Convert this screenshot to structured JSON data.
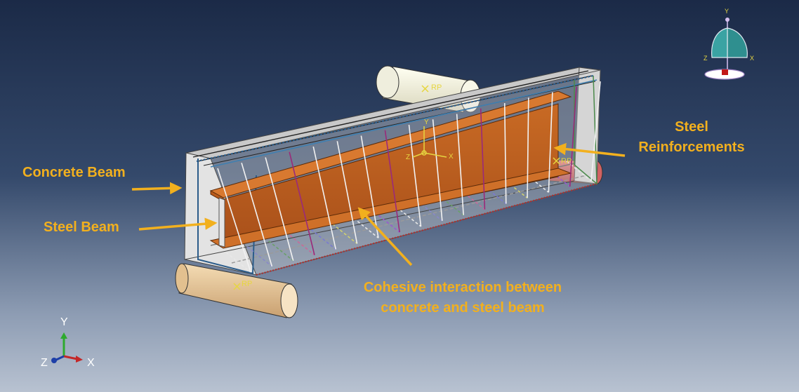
{
  "callouts": {
    "concrete_beam": "Concrete Beam",
    "steel_beam": "Steel Beam",
    "steel_reinforcements_line1": "Steel",
    "steel_reinforcements_line2": "Reinforcements",
    "cohesive_line1": "Cohesive interaction between",
    "cohesive_line2": "concrete and steel beam"
  },
  "reference_points": {
    "top_support": "RP",
    "right_support": "RP",
    "left_support": "RP"
  },
  "model_csys": {
    "x": "X",
    "y": "Y",
    "z": "Z"
  },
  "triad": {
    "x": "X",
    "y": "Y",
    "z": "Z"
  },
  "view_cube": {
    "x": "X",
    "y": "Y",
    "z": "Z"
  },
  "colors": {
    "callout": "#f2b01e",
    "steel_beam": "#c4631b",
    "concrete": "#d8d8d8",
    "top_roller": "#f2f0dc",
    "right_roller": "#c94a4a",
    "left_roller": "#e9c89a",
    "background_top": "#1b2a47",
    "background_bottom": "#b8c2d1"
  }
}
